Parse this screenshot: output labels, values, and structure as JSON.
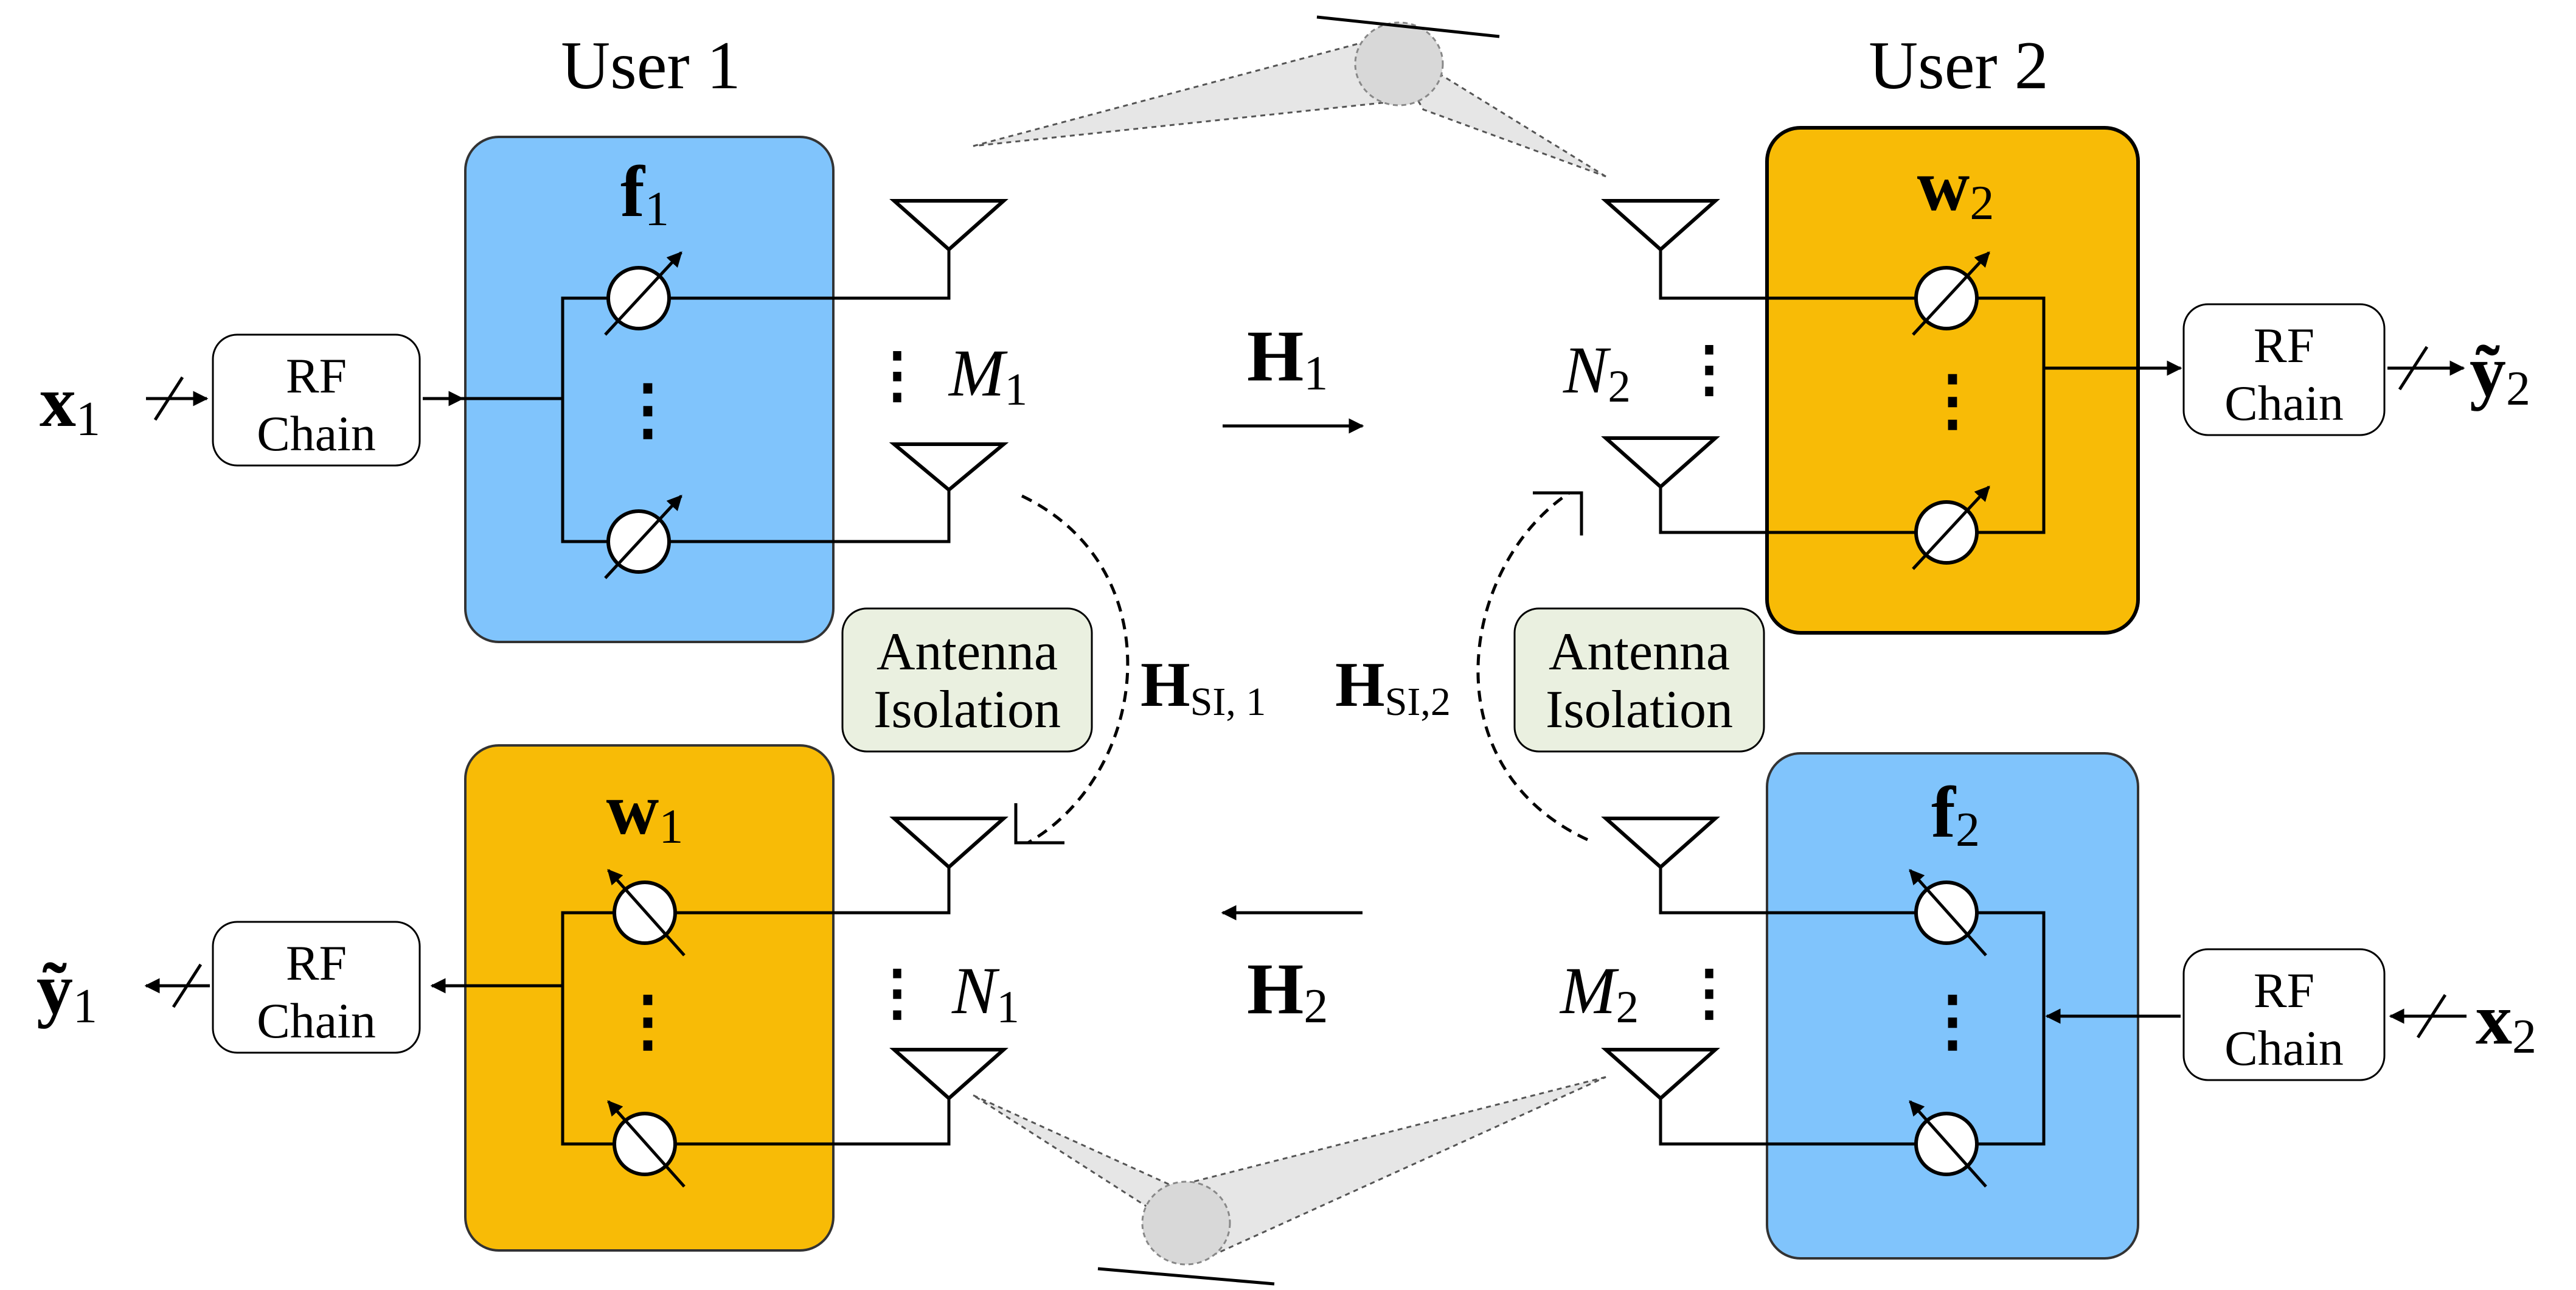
{
  "users": {
    "user1_title": "User 1",
    "user2_title": "User 2"
  },
  "precoders": {
    "f1": "f",
    "f1_sub": "1",
    "w2": "w",
    "w2_sub": "2",
    "w1": "w",
    "w1_sub": "1",
    "f2": "f",
    "f2_sub": "2"
  },
  "rf_chain": {
    "line1": "RF",
    "line2": "Chain"
  },
  "signals": {
    "x1": "x",
    "x1_sub": "1",
    "x2": "x",
    "x2_sub": "2",
    "y1": "ỹ",
    "y1_sub": "1",
    "y2": "ỹ",
    "y2_sub": "2"
  },
  "antenna_counts": {
    "M1": "M",
    "M1_sub": "1",
    "N1": "N",
    "N1_sub": "1",
    "N2": "N",
    "N2_sub": "2",
    "M2": "M",
    "M2_sub": "2"
  },
  "channels": {
    "H1": "H",
    "H1_sub": "1",
    "H2": "H",
    "H2_sub": "2",
    "HSI1": "H",
    "HSI1_sub": "SI, 1",
    "HSI2": "H",
    "HSI2_sub": "SI,2"
  },
  "isolation": {
    "line1": "Antenna",
    "line2": "Isolation"
  },
  "dots": "⋮",
  "colors": {
    "transmit_block": "#80c4fc",
    "receive_block": "#f8bb06",
    "isolation_box": "#eaf0e0",
    "reflector": "#dcdcdc"
  }
}
